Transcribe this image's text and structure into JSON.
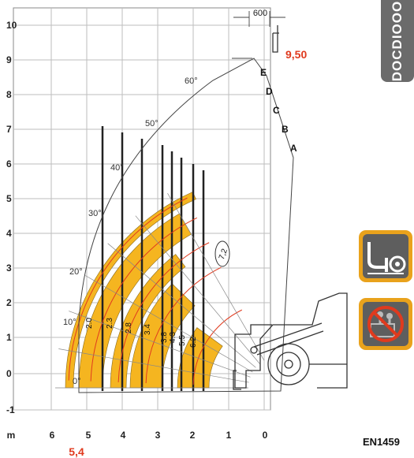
{
  "y_ticks": [
    "10",
    "9",
    "8",
    "7",
    "6",
    "5",
    "4",
    "3",
    "2",
    "1",
    "0",
    "-1"
  ],
  "x_ticks": [
    "m",
    "6",
    "5",
    "4",
    "3",
    "2",
    "1",
    "0"
  ],
  "angles": [
    "0°",
    "10°",
    "20°",
    "30°",
    "40°",
    "50°",
    "60°"
  ],
  "zones": [
    "A",
    "B",
    "C",
    "D",
    "E"
  ],
  "capacities": [
    "2.0",
    "2.3",
    "2.8",
    "3.4",
    "3.8",
    "4.3",
    "5.5",
    "6.2"
  ],
  "boom_length_label": "7,2",
  "max_height_label": "9,50",
  "max_reach_label": "5,4",
  "fork_dimension_label": "600",
  "brand_label": "DOCDIOOO",
  "standard_label": "EN1459",
  "icons": [
    "stabilizers-up-icon",
    "no-personnel-platform-icon"
  ],
  "colors": {
    "zone_fill": "#f5b520",
    "arc_red": "#e03a1e",
    "grid": "#bdbdbd",
    "panel": "#6b6b6b",
    "accent": "#e9a21c"
  }
}
